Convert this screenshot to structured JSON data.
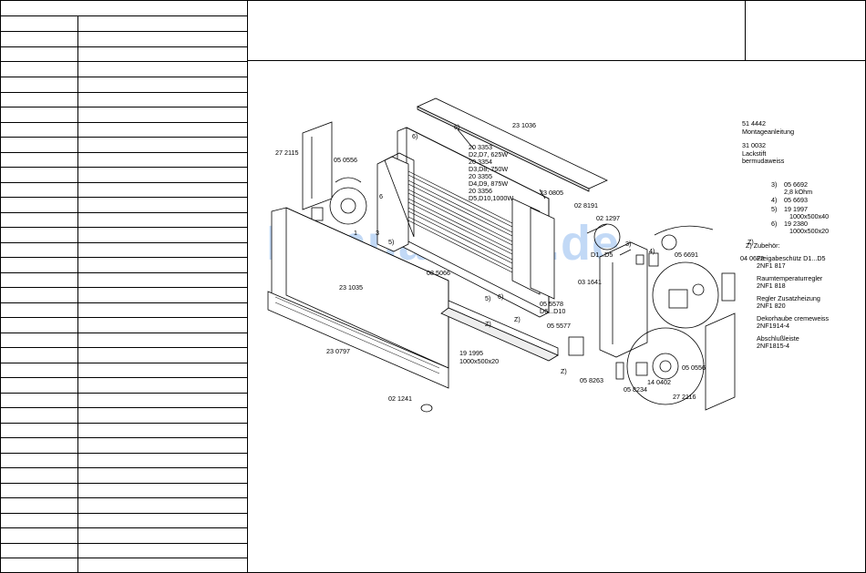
{
  "watermark": "ManualsLib.de",
  "parts": [
    "23 1036",
    "6)",
    "20 3353",
    "D2,D7, 625W",
    "20 3354",
    "D3,D8, 750W",
    "20 3355",
    "D4,D9, 875W",
    "20 3356",
    "D5,D10,1000W",
    "23 0805",
    "27 2115",
    "05 0556",
    "6",
    "5)",
    "1",
    "3",
    "02 8191",
    "02 1297",
    "3)",
    "4)",
    "08 5066",
    "05 6691",
    "04 0622",
    "23 1035",
    "03 1641",
    "5)",
    "6)",
    "05 5578",
    "D6...D10",
    "Z)",
    "05 5577",
    "Z)",
    "Z)",
    "23 0797",
    "19 1995",
    "1000x500x20",
    "02 1241",
    "05 8263",
    "14 0402",
    "05 8234",
    "05 0556",
    "27 2116",
    "Z)",
    "6)",
    "D1...D5"
  ],
  "notes": {
    "manual_code": "51 4442",
    "manual": "Montageanleitung",
    "paint_code": "31 0032",
    "paint": "Lackstift",
    "paint_color": "bermudaweiss",
    "n3": "3)",
    "n3_code": "05 6692",
    "n3_val": "2,8 kOhm",
    "n4": "4)",
    "n4_code": "05 6693",
    "n5": "5)",
    "n5_code": "19 1997",
    "n5_val": "1000x500x40",
    "n6": "6)",
    "n6_code": "19 2380",
    "n6_val": "1000x500x20",
    "acc": "Z)  Zubehör:",
    "a1": "Freigabeschütz D1...D5",
    "a1c": "2NF1 817",
    "a2": "Raumtemperaturregler",
    "a2c": "2NF1 818",
    "a3": "Regler Zusatzheizung",
    "a3c": "2NF1 820",
    "a4": "Dekorhaube cremeweiss",
    "a4c": "2NF1914-4",
    "a5": "Abschlußleiste",
    "a5c": "2NF1815-4"
  }
}
